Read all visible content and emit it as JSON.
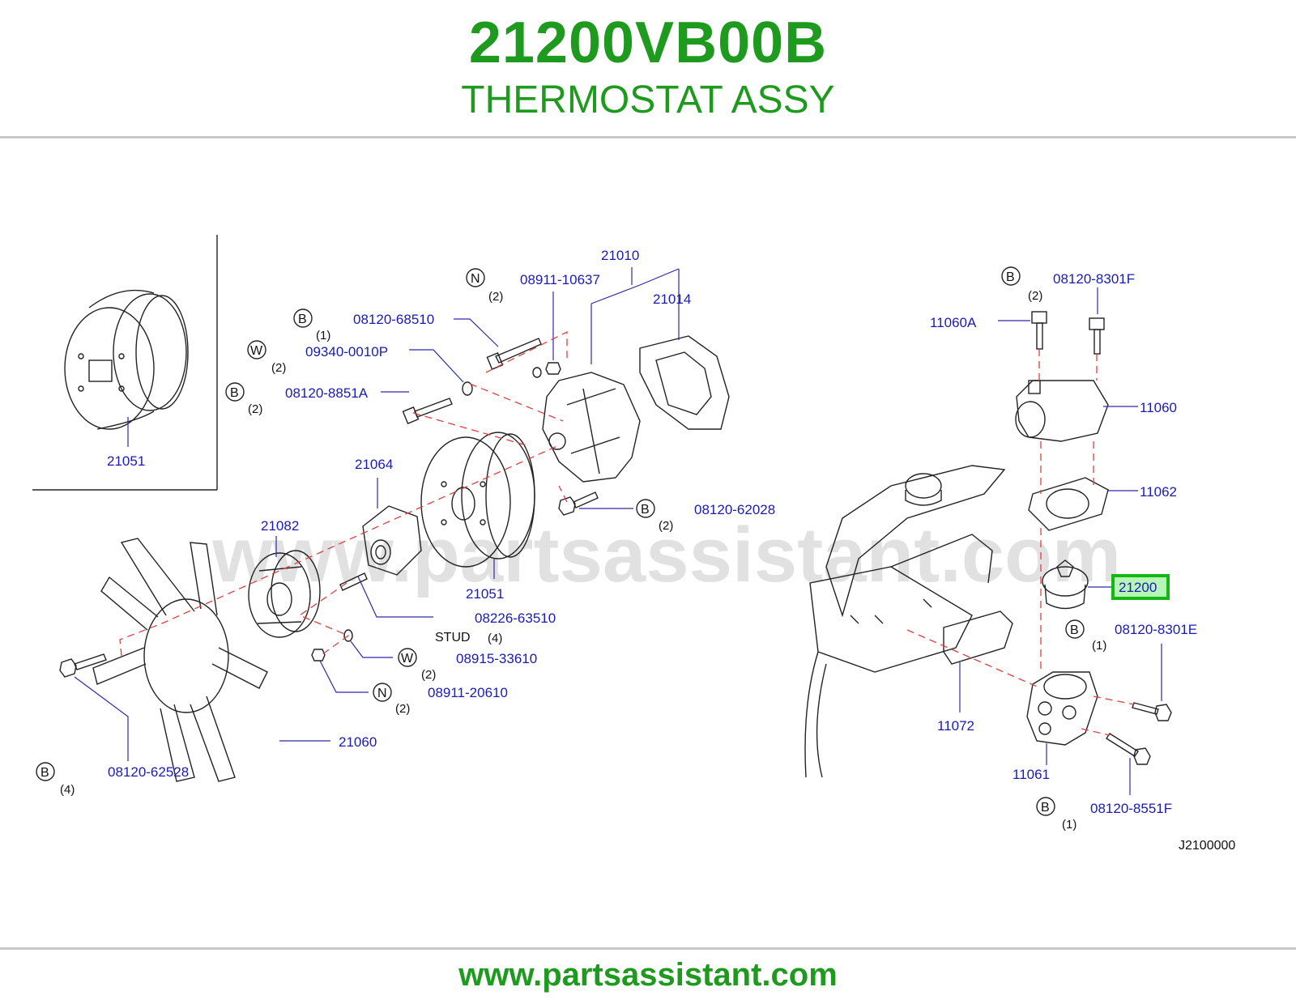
{
  "header": {
    "part_number": "21200VB00B",
    "part_name": "THERMOSTAT ASSY"
  },
  "footer": {
    "url": "www.partsassistant.com"
  },
  "watermark": "www.partsassistant.com",
  "diagram_code": "J2100000",
  "highlight_color": "#14b814",
  "brand_color": "#1e9a1e",
  "callouts": {
    "c21051_inset": "21051",
    "c21010": "21010",
    "c21014": "21014",
    "c08911_10637": "08911-10637",
    "c08120_68510": "08120-68510",
    "c09340_0010P": "09340-0010P",
    "c08120_8851A": "08120-8851A",
    "c21064": "21064",
    "c21082": "21082",
    "c21051": "21051",
    "c08226_63510": "08226-63510",
    "c08915_33610": "08915-33610",
    "c08911_20610": "08911-20610",
    "c21060": "21060",
    "c08120_62528": "08120-62528",
    "c08120_62028": "08120-62028",
    "c08120_8301F": "08120-8301F",
    "c11060A": "11060A",
    "c11060": "11060",
    "c11062": "11062",
    "c21200": "21200",
    "c08120_8301E": "08120-8301E",
    "c11072": "11072",
    "c11061": "11061",
    "c08120_8551F": "08120-8551F",
    "stud": "STUD"
  },
  "badges": {
    "b_n1": "N",
    "b_b1": "B",
    "b_w1": "W",
    "b_b2": "B",
    "b_b3": "B",
    "b_w2": "W",
    "b_n2": "N",
    "b_b4": "B",
    "b_b5": "B",
    "b_b6": "B",
    "b_b7": "B"
  },
  "quantities": {
    "q_n1": "(2)",
    "q_b1": "(1)",
    "q_w1": "(2)",
    "q_b2": "(2)",
    "q_b3": "(2)",
    "q_stud": "(4)",
    "q_w2": "(2)",
    "q_n2": "(2)",
    "q_b4": "(4)",
    "q_b5": "(2)",
    "q_b6": "(1)",
    "q_b7": "(1)"
  }
}
